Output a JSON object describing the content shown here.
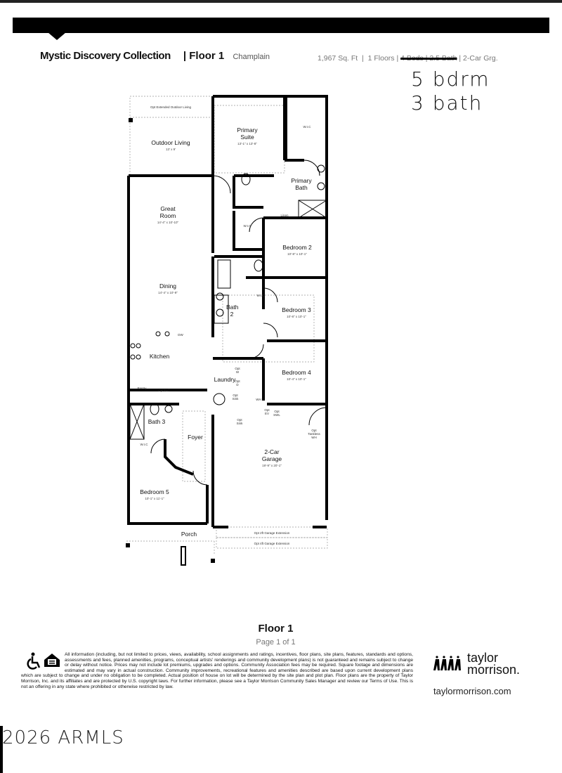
{
  "header": {
    "collection": "Mystic Discovery Collection",
    "floor": "| Floor 1",
    "plan_name": "Champlain",
    "specs_sqft": "1,967 Sq. Ft",
    "specs_floors": "1 Floors",
    "specs_struck": "4 Beds | 2.5 Bath",
    "specs_garage": "2-Car Grg."
  },
  "handwritten_note": {
    "line1": "5 bdrm",
    "line2": "3 bath"
  },
  "floor_plan": {
    "rooms": [
      {
        "name": "Opt Extended Outdoor Living",
        "dims": ""
      },
      {
        "name": "Outdoor Living",
        "dims": "13' x 9'"
      },
      {
        "name": "Primary Suite",
        "dims": "13'-1\" x 13'-8\""
      },
      {
        "name": "W.I.C",
        "dims": ""
      },
      {
        "name": "Primary Bath",
        "dims": ""
      },
      {
        "name": "Linen",
        "dims": ""
      },
      {
        "name": "W.I.C",
        "dims": ""
      },
      {
        "name": "Great Room",
        "dims": "14'-4\" x 10'-10\""
      },
      {
        "name": "Bedroom 2",
        "dims": "10'-8\" x 10'-1\""
      },
      {
        "name": "Dining",
        "dims": "14'-4\" x 10'-9\""
      },
      {
        "name": "W.I.C",
        "dims": ""
      },
      {
        "name": "Bath 2",
        "dims": ""
      },
      {
        "name": "Bedroom 3",
        "dims": "10'-8\" x 10'-1\""
      },
      {
        "name": "Kitchen",
        "dims": ""
      },
      {
        "name": "DW",
        "dims": ""
      },
      {
        "name": "Pantry",
        "dims": ""
      },
      {
        "name": "Opt Ref",
        "dims": ""
      },
      {
        "name": "Laundry",
        "dims": ""
      },
      {
        "name": "Bedroom 4",
        "dims": "10'-4\" x 10'-1\""
      },
      {
        "name": "Bath 3",
        "dims": ""
      },
      {
        "name": "W.I.C",
        "dims": ""
      },
      {
        "name": "Foyer",
        "dims": ""
      },
      {
        "name": "2-Car Garage",
        "dims": "19'-9\" x 20'-1\""
      },
      {
        "name": "Bedroom 5",
        "dims": "10'-1\" x 11'-1\""
      },
      {
        "name": "Porch",
        "dims": ""
      }
    ],
    "annotations": {
      "opt_w": "Opt W",
      "opt_d": "Opt D",
      "opt_sink_laundry": "Opt Sink",
      "wh": "WH",
      "opt_ev": "Opt EV",
      "opt_swl": "Opt SWL",
      "opt_sink_garage": "Opt Sink",
      "opt_tankless_wh": "Opt Tankless WH",
      "opt_2ft_ext": "Opt 2ft Garage Extension",
      "opt_4ft_ext": "Opt 4ft Garage Extension"
    }
  },
  "footer": {
    "title": "Floor 1",
    "page": "Page 1 of 1",
    "disclaimer": "All information (including, but not limited to prices, views, availability, school assignments and ratings, incentives, floor plans, site plans, features, standards and options, assessments and fees, planned amenities, programs, conceptual artists' renderings and community development plans) is not guaranteed and remains subject to change or delay without notice. Prices may not include lot premiums, upgrades and options. Community Association fees may be required. Square footage and dimensions are estimated and may vary in actual construction. Community improvements, recreational features and amenities described are based upon current development plans which are subject to change and under no obligation to be completed. Actual position of house on lot will be determined by the site plan and plot plan. Floor plans are the property of Taylor Morrison, Inc. and its affiliates and are protected by U.S. copyright laws. For further information, please see a Taylor Morrison Community Sales Manager and review our Terms of Use. This is not an offering in any state where prohibited or otherwise restricted by law.",
    "icons": [
      "accessibility-icon",
      "equal-housing-icon"
    ],
    "brand_line1": "taylor",
    "brand_line2": "morrison.",
    "brand_url": "taylormorrison.com"
  },
  "watermark": "2026 ARMLS"
}
